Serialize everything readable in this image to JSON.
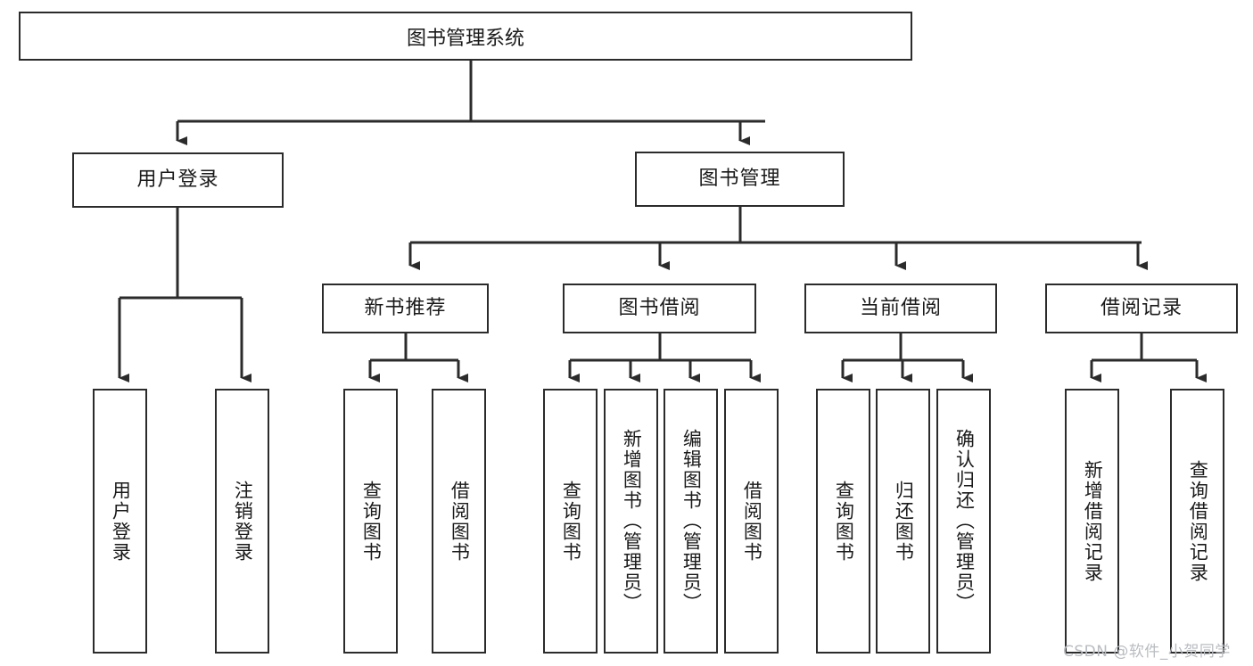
{
  "diagram": {
    "title": "图书管理系统",
    "type": "tree",
    "colors": {
      "stroke": "#2b2b2b",
      "fill": "#ffffff",
      "text": "#1a1a1a",
      "watermark": "#b9bcc0"
    },
    "root": {
      "label": "图书管理系统"
    },
    "level1": [
      {
        "label": "用户登录"
      },
      {
        "label": "图书管理"
      }
    ],
    "level2": [
      {
        "label": "新书推荐"
      },
      {
        "label": "图书借阅"
      },
      {
        "label": "当前借阅"
      },
      {
        "label": "借阅记录"
      }
    ],
    "leaves": {
      "user_login": [
        {
          "label": "用户登录"
        },
        {
          "label": "注销登录"
        }
      ],
      "new_book": [
        {
          "label": "查询图书"
        },
        {
          "label": "借阅图书"
        }
      ],
      "book_borrow": [
        {
          "label": "查询图书"
        },
        {
          "label": "新增图书（管理员）"
        },
        {
          "label": "编辑图书（管理员）"
        },
        {
          "label": "借阅图书"
        }
      ],
      "current_borrow": [
        {
          "label": "查询图书"
        },
        {
          "label": "归还图书"
        },
        {
          "label": "确认归还（管理员）"
        }
      ],
      "borrow_record": [
        {
          "label": "新增借阅记录"
        },
        {
          "label": "查询借阅记录"
        }
      ]
    }
  },
  "watermark": {
    "text": "CSDN @软件_小贺同学"
  }
}
